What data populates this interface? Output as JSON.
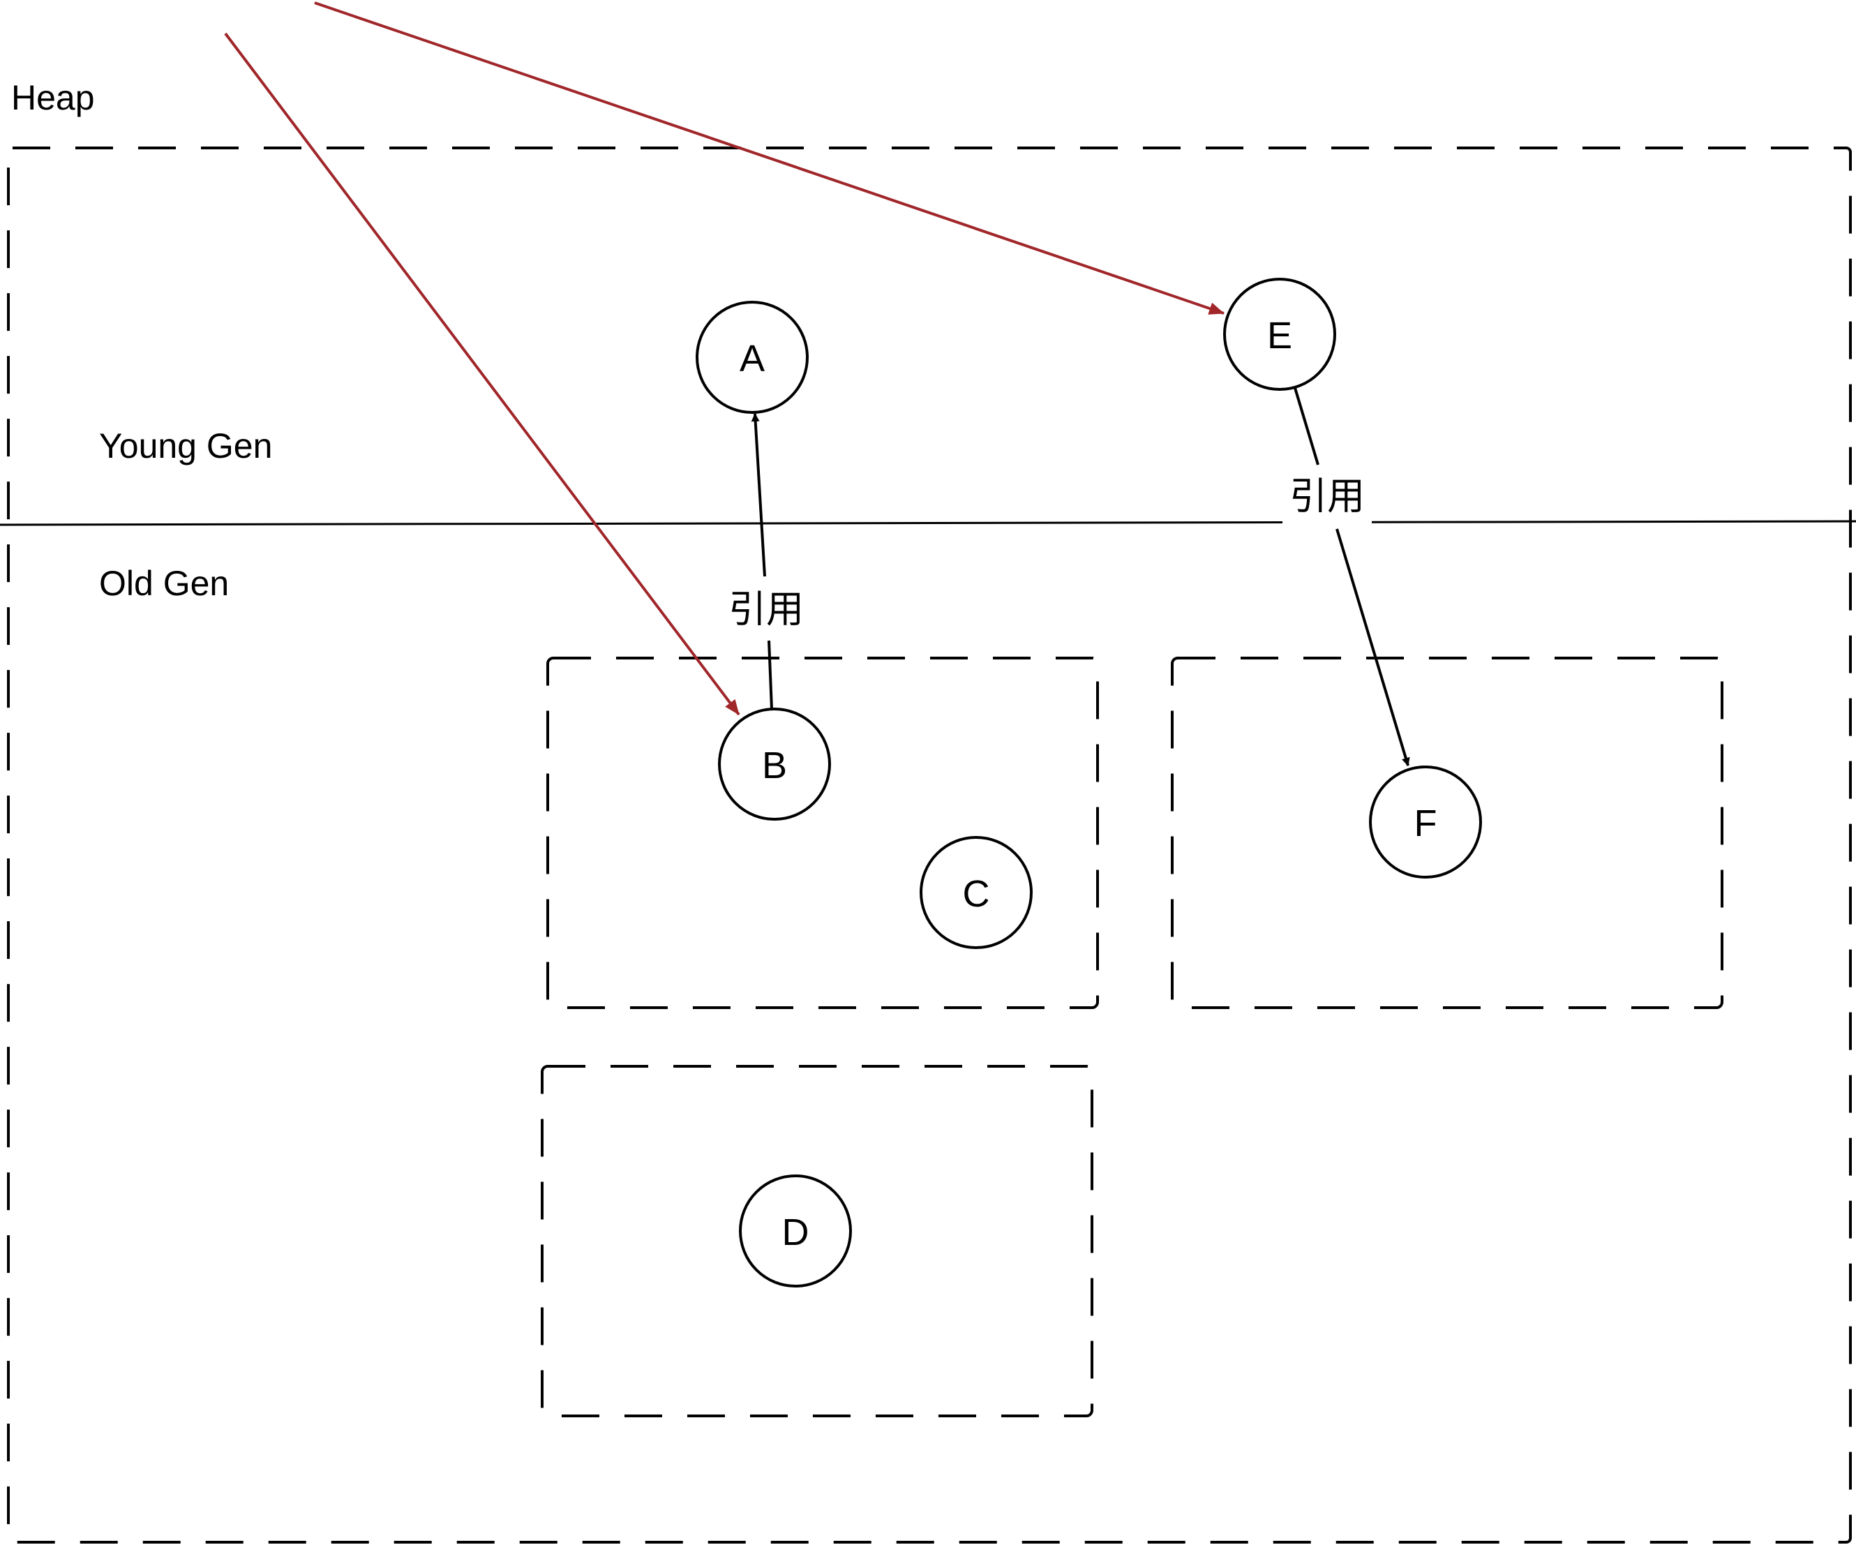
{
  "labels": {
    "heap": "Heap",
    "young_gen": "Young Gen",
    "old_gen": "Old Gen"
  },
  "nodes": {
    "a": "A",
    "b": "B",
    "c": "C",
    "d": "D",
    "e": "E",
    "f": "F"
  },
  "edges": {
    "b_to_a": "引用",
    "e_to_f": "引用"
  },
  "colors": {
    "line": "#000000",
    "external_reference": "#a0262a",
    "background": "#ffffff"
  }
}
